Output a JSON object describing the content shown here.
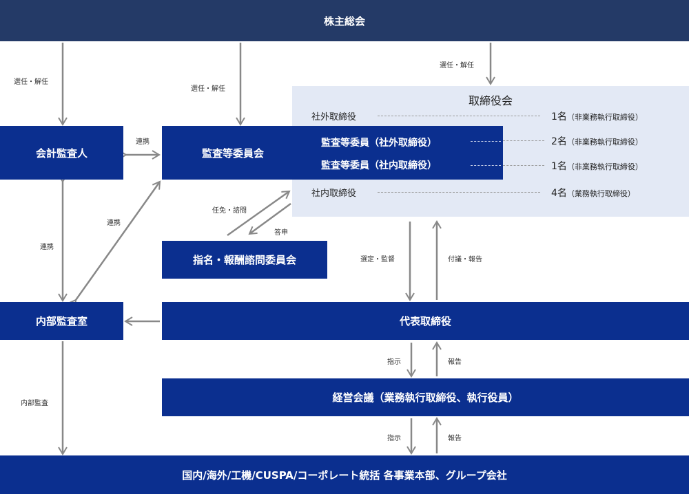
{
  "colors": {
    "header": "#243a67",
    "box": "#0b2f8f",
    "board_bg": "#e3e9f5",
    "arrow": "#888888"
  },
  "nodes": {
    "shareholders": "株主総会",
    "accounting_auditor": "会計監査人",
    "audit_committee": "監査等委員会",
    "nomination_committee": "指名・報酬諮問委員会",
    "internal_audit": "内部監査室",
    "representative_director": "代表取締役",
    "management_meeting": "経営会議（業務執行取締役、執行役員）",
    "group": "国内/海外/工機/CUSPA/コーポレート統括 各事業本部、グループ会社"
  },
  "board": {
    "title": "取締役会",
    "rows": [
      {
        "label": "社外取締役",
        "count": "1名",
        "note": "（非業務執行取締役）"
      },
      {
        "label": "監査等委員（社外取締役）",
        "count": "2名",
        "note": "（非業務執行取締役）"
      },
      {
        "label": "監査等委員（社内取締役）",
        "count": "1名",
        "note": "（非業務執行取締役）"
      },
      {
        "label": "社内取締役",
        "count": "4名",
        "note": "（業務執行取締役）"
      }
    ]
  },
  "edge_labels": {
    "elect_auditor": "選任・解任",
    "elect_committee": "選任・解任",
    "elect_board": "選任・解任",
    "coop_auditor_committee": "連携",
    "coop_diagonal": "連携",
    "coop_vertical": "連携",
    "appoint_consult": "任免・諮問",
    "report_back": "答申",
    "select_supervise": "選定・監督",
    "submit_report": "付議・報告",
    "instruct_1": "指示",
    "report_1": "報告",
    "instruct_2": "指示",
    "report_2": "報告",
    "internal_audit_edge": "内部監査"
  }
}
